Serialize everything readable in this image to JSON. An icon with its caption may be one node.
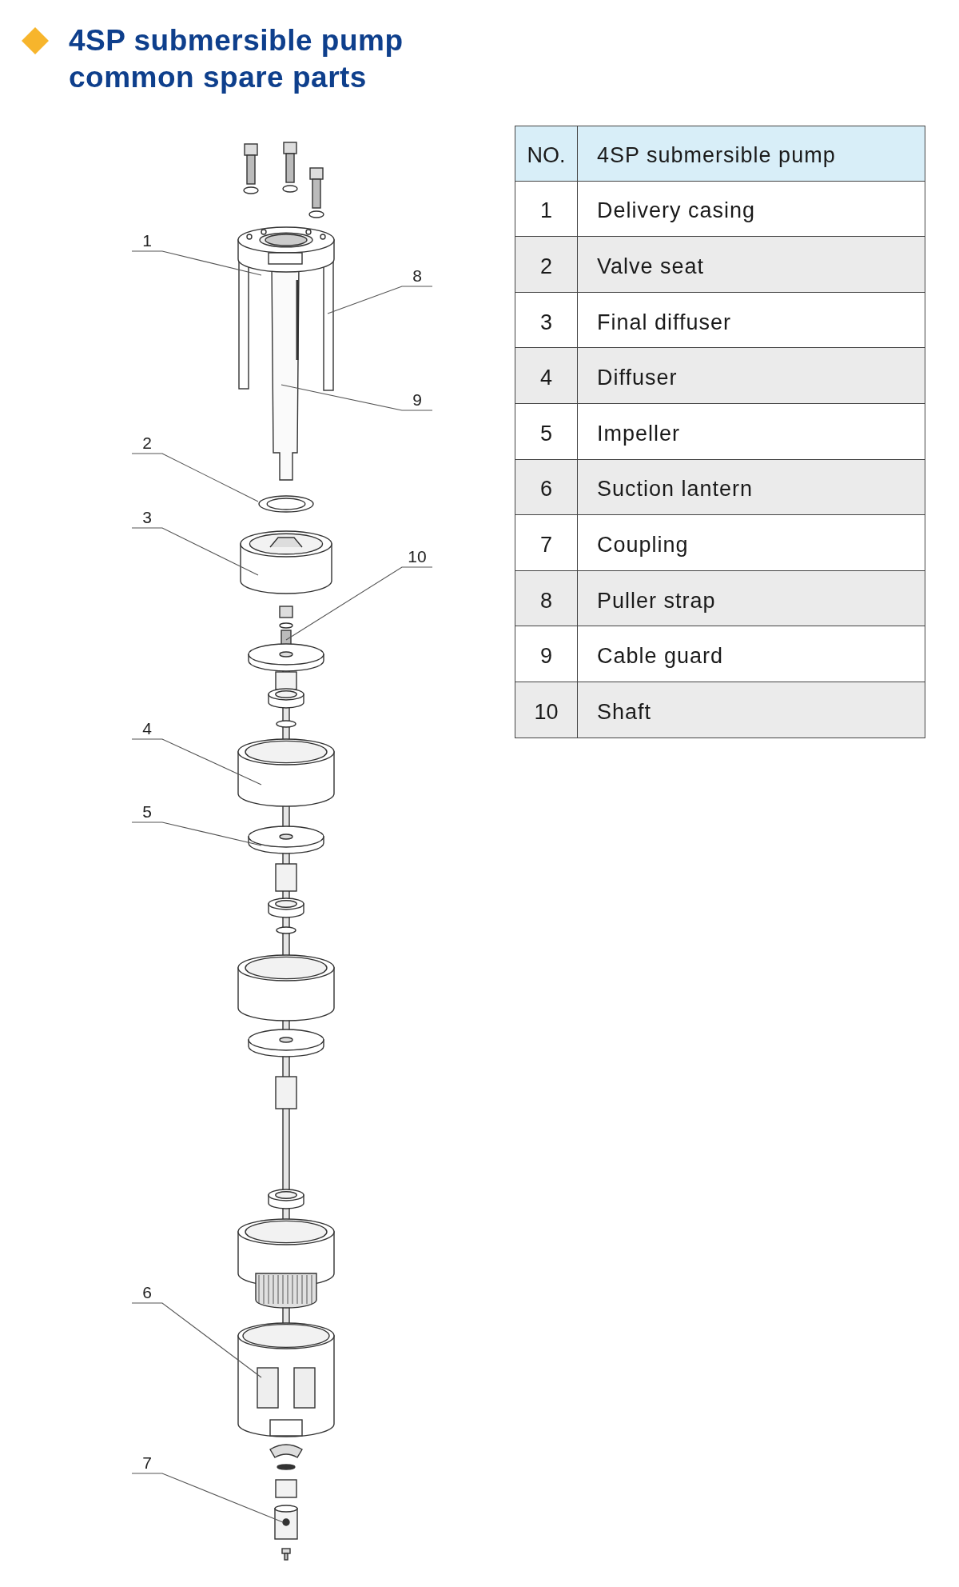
{
  "diagram": {
    "title": "4SP submersible pump common spare parts",
    "nodes": [
      {
        "text": [
          "1"
        ]
      },
      {
        "text": [
          "8"
        ]
      },
      {
        "text": [
          "9"
        ]
      },
      {
        "text": [
          "2"
        ]
      },
      {
        "text": [
          "3"
        ]
      },
      {
        "text": [
          "10"
        ]
      },
      {
        "text": [
          "4"
        ]
      },
      {
        "text": [
          "5"
        ]
      },
      {
        "text": [
          "6"
        ]
      },
      {
        "text": [
          "7"
        ]
      }
    ],
    "edges": [
      {
        "from": 0,
        "to": null,
        "arrow": "none"
      },
      {
        "from": 1,
        "to": null,
        "arrow": "none"
      },
      {
        "from": 2,
        "to": null,
        "arrow": "none"
      },
      {
        "from": 3,
        "to": null,
        "arrow": "none"
      },
      {
        "from": 4,
        "to": null,
        "arrow": "none"
      },
      {
        "from": 5,
        "to": null,
        "arrow": "none"
      },
      {
        "from": 6,
        "to": null,
        "arrow": "none"
      },
      {
        "from": 7,
        "to": null,
        "arrow": "none"
      },
      {
        "from": 8,
        "to": null,
        "arrow": "none"
      },
      {
        "from": 9,
        "to": null,
        "arrow": "none"
      }
    ],
    "labels": [
      "NO.",
      "4SP submersible pump",
      "1",
      "Delivery casing",
      "2",
      "Valve seat",
      "3",
      "Final diffuser",
      "4",
      "Diffuser",
      "5",
      "Impeller",
      "6",
      "Suction lantern",
      "7",
      "Coupling",
      "8",
      "Puller strap",
      "9",
      "Cable guard",
      "10",
      "Shaft"
    ]
  }
}
